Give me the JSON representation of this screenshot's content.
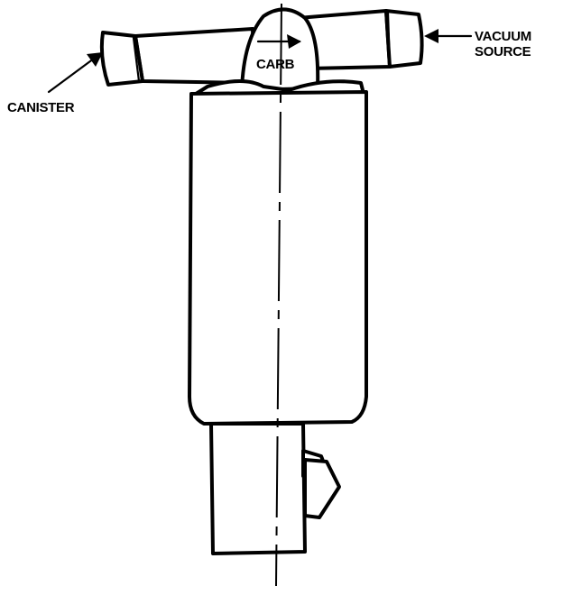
{
  "diagram": {
    "labels": {
      "vacuum_line1": "VACUUM",
      "vacuum_line2": "SOURCE",
      "carb": "CARB",
      "canister": "CANISTER"
    },
    "colors": {
      "ink": "#000000",
      "background": "#ffffff"
    }
  }
}
